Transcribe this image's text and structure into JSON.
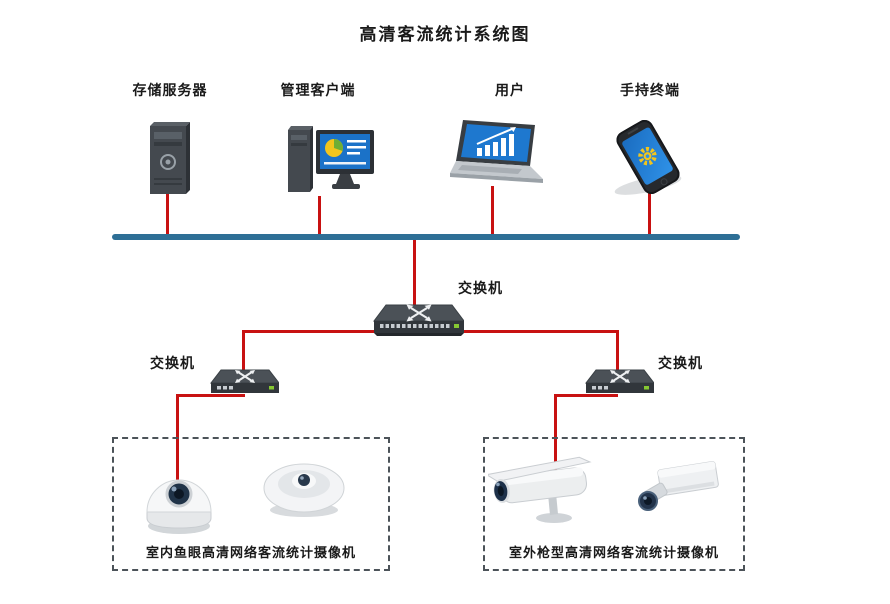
{
  "title": "高清客流统计系统图",
  "top_devices": [
    {
      "id": "storage-server",
      "label": "存储服务器"
    },
    {
      "id": "management-client",
      "label": "管理客户端"
    },
    {
      "id": "user-laptop",
      "label": "用户"
    },
    {
      "id": "handheld-terminal",
      "label": "手持终端"
    }
  ],
  "switches": {
    "core_label": "交换机",
    "left_label": "交换机",
    "right_label": "交换机"
  },
  "camera_groups": {
    "indoor_label": "室内鱼眼高清网络客流统计摄像机",
    "outdoor_label": "室外枪型高清网络客流统计摄像机"
  },
  "colors": {
    "bus": "#2e6f96",
    "link": "#c81111",
    "dash_border": "#4c5359",
    "screen_blue": "#1b72c8",
    "chart_yellow": "#f2c51d",
    "chart_green": "#6fae35",
    "led_green": "#86c832"
  }
}
